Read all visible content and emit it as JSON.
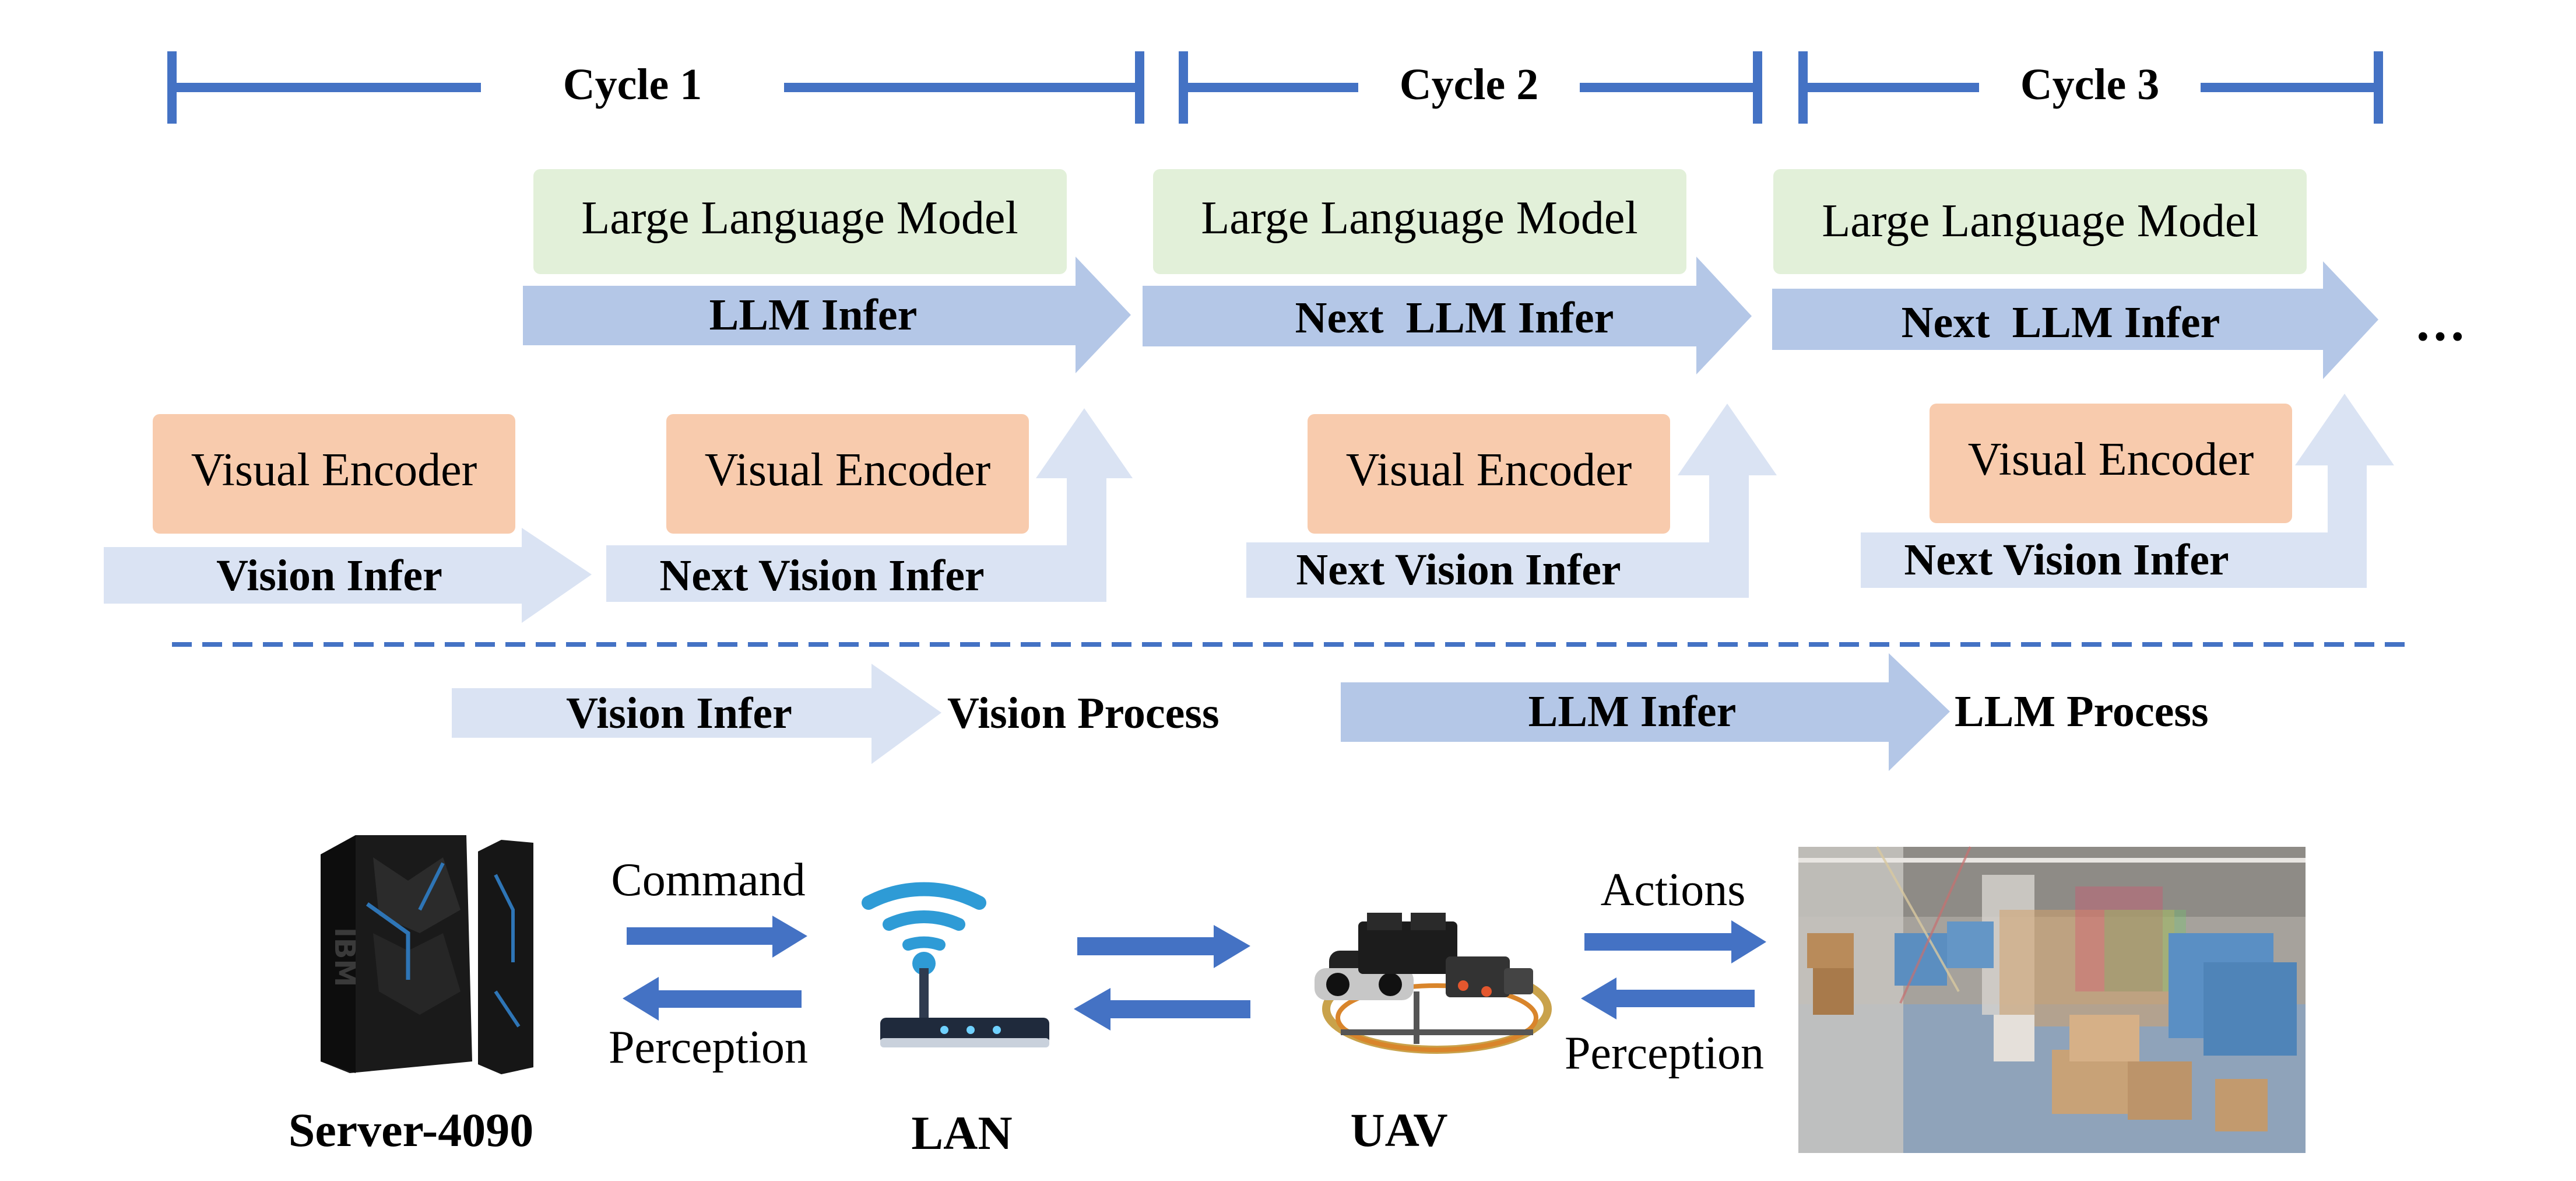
{
  "colors": {
    "timeline_blue": "#4472C4",
    "dashed_blue": "#4472C4",
    "llm_arrow": "#B4C7E7",
    "vision_arrow": "#DAE3F3",
    "llm_box": "#E2F0D9",
    "vision_box": "#F8CBAD",
    "arrow_blue": "#4472C4",
    "text": "#000000"
  },
  "cycles": [
    {
      "label": "Cycle 1"
    },
    {
      "label": "Cycle 2"
    },
    {
      "label": "Cycle 3"
    }
  ],
  "llm_box_label": "Large Language Model",
  "vision_box_label": "Visual Encoder",
  "llm_arrows": [
    "LLM Infer",
    "Next  LLM Infer",
    "Next  LLM Infer"
  ],
  "vision_arrows": [
    "Vision Infer",
    "Next Vision Infer",
    "Next Vision Infer",
    "Next Vision Infer"
  ],
  "ellipsis": "•••",
  "legend": {
    "vision_infer": "Vision Infer",
    "vision_process": "Vision Process",
    "llm_infer": "LLM Infer",
    "llm_process": "LLM Process"
  },
  "hardware": {
    "server_label": "Server-4090",
    "server_rack_text": "IBM",
    "lan_label": "LAN",
    "uav_label": "UAV",
    "command_label": "Command",
    "perception_label_left": "Perception",
    "actions_label": "Actions",
    "perception_label_right": "Perception"
  },
  "icons": {
    "server": "server-rack-icon",
    "router": "wifi-router-icon",
    "drone": "drone-icon",
    "environment": "indoor-arena-photo"
  }
}
